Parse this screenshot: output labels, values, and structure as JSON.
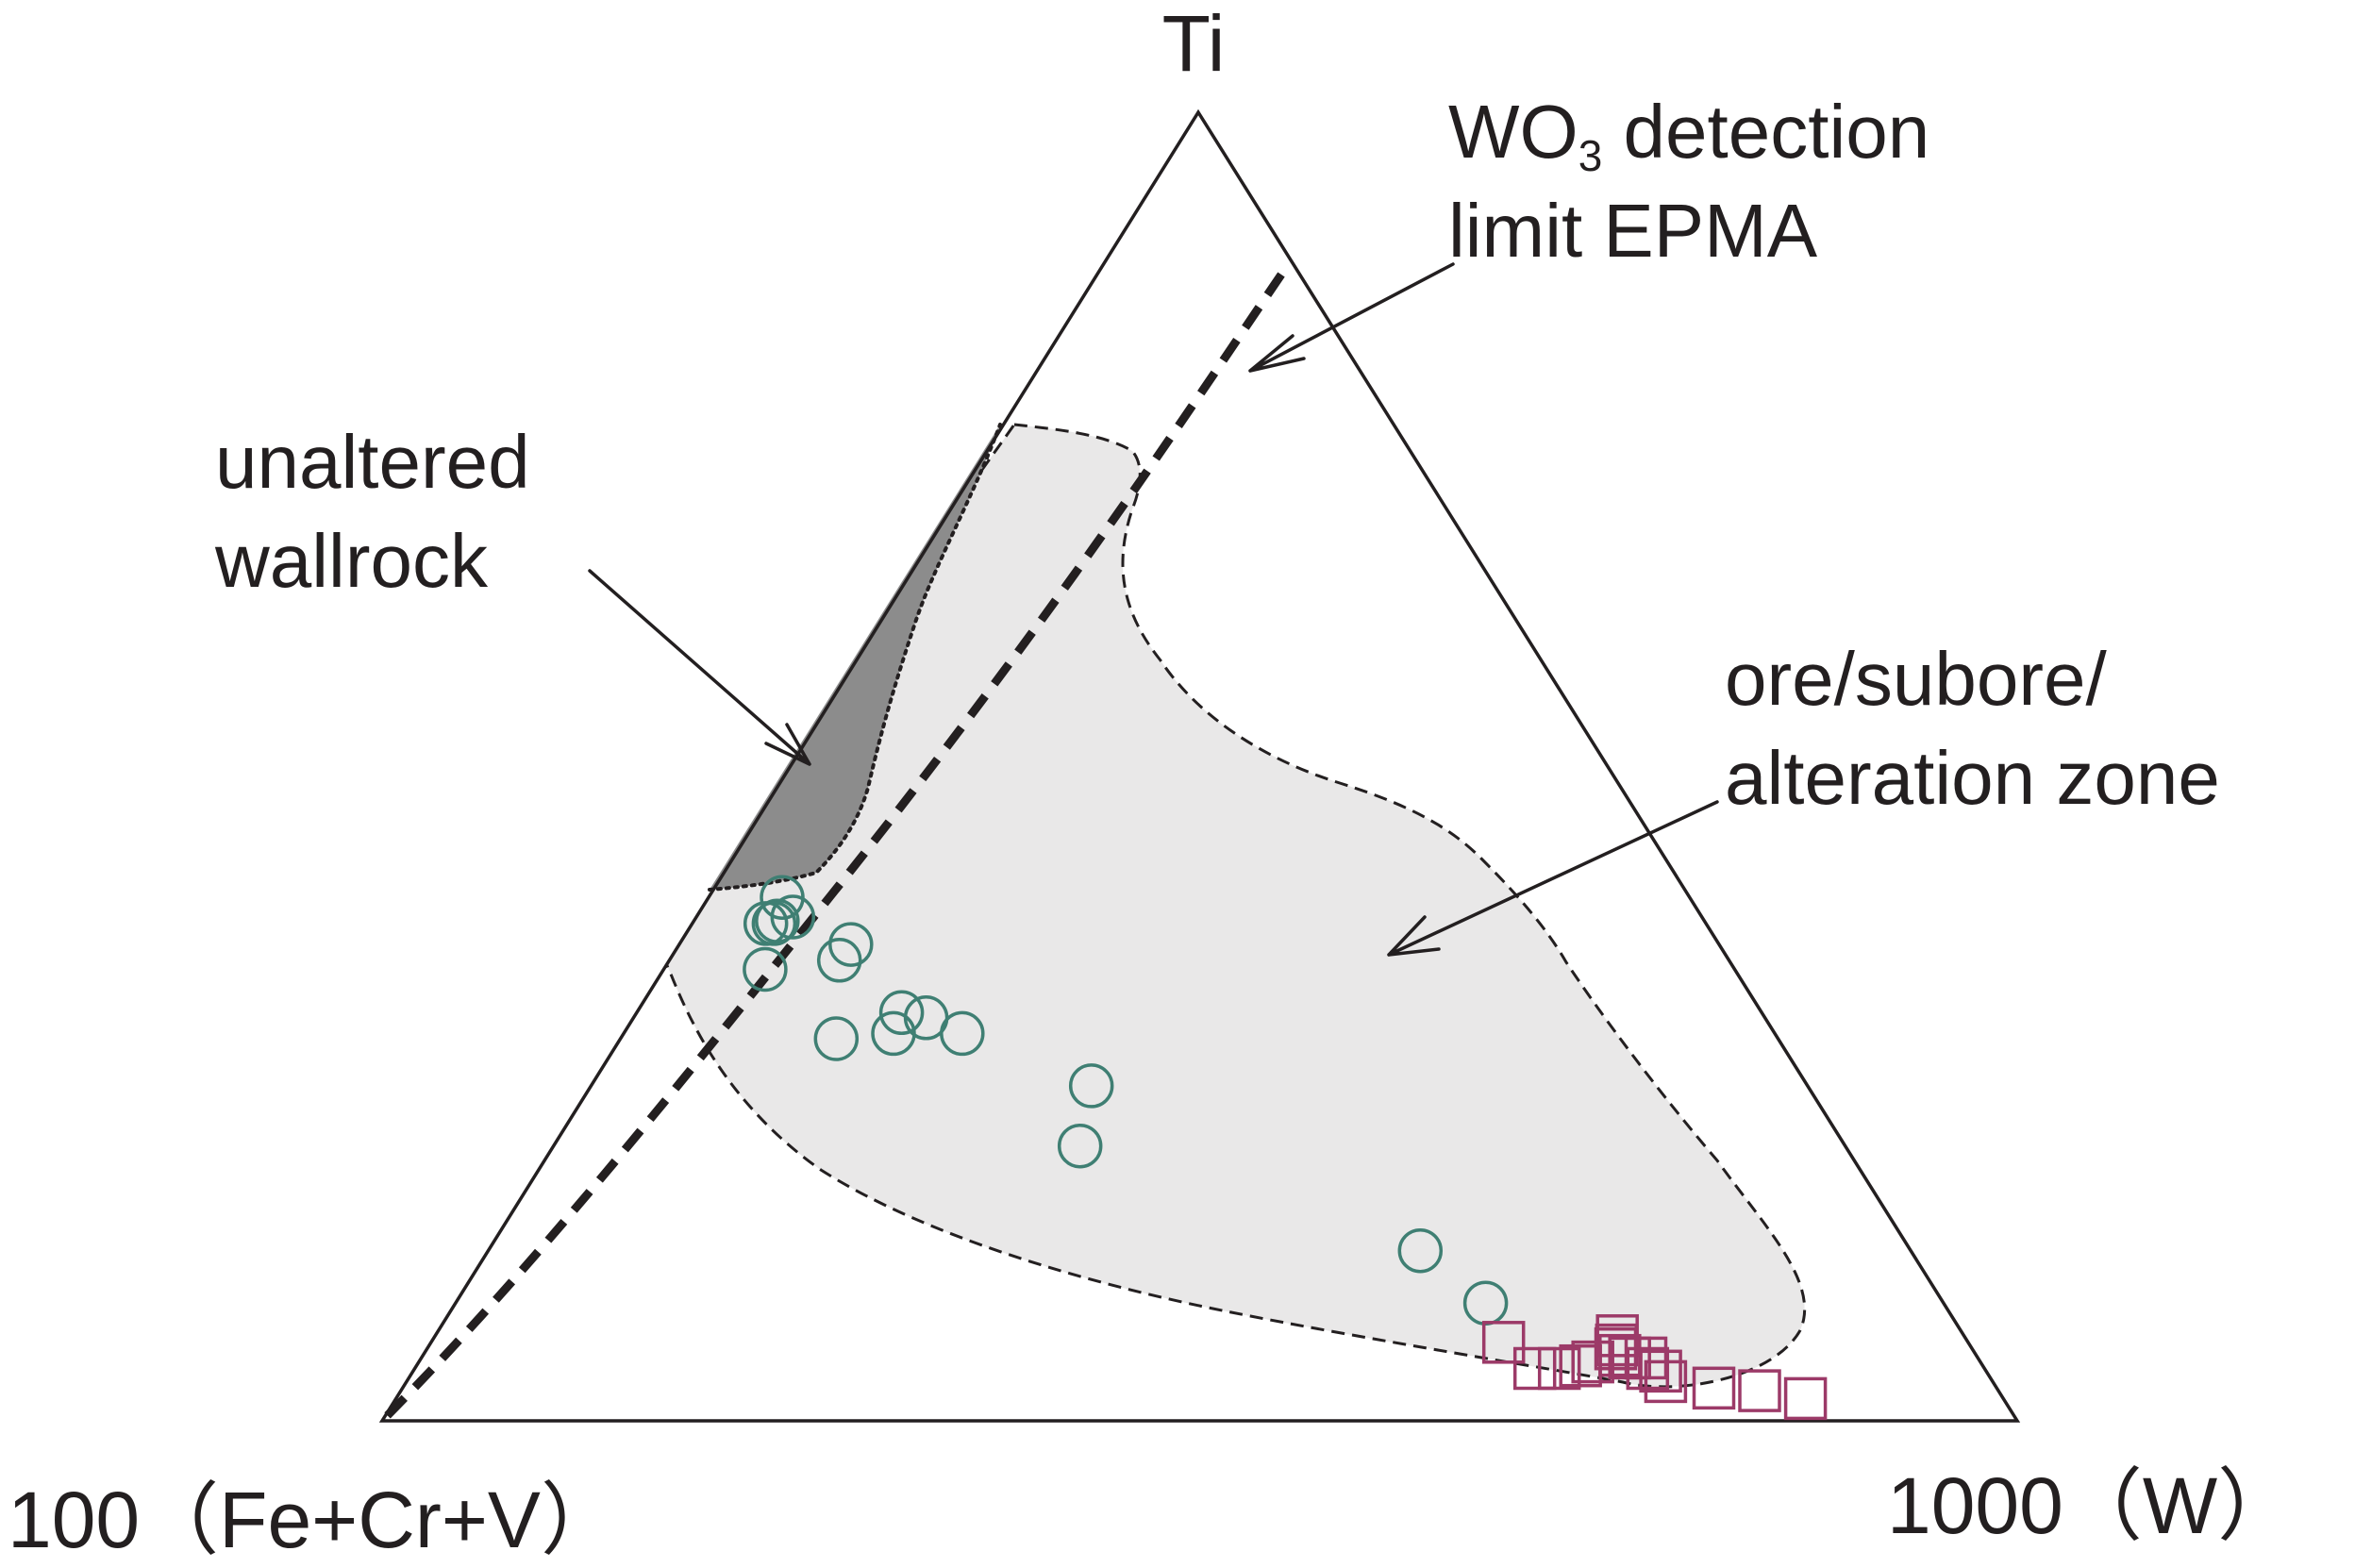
{
  "chart_data": {
    "type": "scatter",
    "subtype": "ternary",
    "axes": {
      "top": "Ti",
      "left": "100（Fe+Cr+V）",
      "right": "1000（W）"
    },
    "annotations": {
      "wo3_line": "WO",
      "wo3_sub": "3",
      "wo3_line_rest": " detection",
      "wo3_line2": "limit EPMA",
      "wallrock_line1": "unaltered",
      "wallrock_line2": "wallrock",
      "zone_line1": "ore/subore/",
      "zone_line2": "alteration zone"
    },
    "colors": {
      "circles": "#3f7f73",
      "squares": "#9c3a68",
      "zone_fill": "#e9e8e8",
      "wallrock_fill": "#8c8c8c",
      "frame": "#231f20"
    },
    "series": [
      {
        "marker": "circle",
        "points": [
          {
            "ti": 40.0,
            "fe": 55.5,
            "w": 4.5
          },
          {
            "ti": 38.0,
            "fe": 57.5,
            "w": 4.5
          },
          {
            "ti": 38.2,
            "fe": 56.7,
            "w": 5.1
          },
          {
            "ti": 38.0,
            "fe": 57.0,
            "w": 5.0
          },
          {
            "ti": 38.5,
            "fe": 55.6,
            "w": 5.9
          },
          {
            "ti": 34.5,
            "fe": 59.3,
            "w": 6.2
          },
          {
            "ti": 36.4,
            "fe": 53.1,
            "w": 10.5
          },
          {
            "ti": 35.2,
            "fe": 54.4,
            "w": 10.4
          },
          {
            "ti": 31.2,
            "fe": 52.6,
            "w": 16.2
          },
          {
            "ti": 30.8,
            "fe": 51.3,
            "w": 17.9
          },
          {
            "ti": 29.2,
            "fe": 57.6,
            "w": 13.2
          },
          {
            "ti": 29.6,
            "fe": 53.9,
            "w": 16.5
          },
          {
            "ti": 29.6,
            "fe": 49.7,
            "w": 20.7
          },
          {
            "ti": 25.6,
            "fe": 43.8,
            "w": 30.6
          },
          {
            "ti": 21.0,
            "fe": 46.8,
            "w": 32.2
          },
          {
            "ti": 13.0,
            "fe": 30.0,
            "w": 57.0
          },
          {
            "ti": 9.0,
            "fe": 28.0,
            "w": 63.0
          }
        ]
      },
      {
        "marker": "square",
        "points": [
          {
            "ti": 6.0,
            "fe": 28.4,
            "w": 65.6
          },
          {
            "ti": 4.0,
            "fe": 27.5,
            "w": 68.5
          },
          {
            "ti": 4.0,
            "fe": 26.0,
            "w": 70.0
          },
          {
            "ti": 4.2,
            "fe": 24.6,
            "w": 71.2
          },
          {
            "ti": 4.5,
            "fe": 23.7,
            "w": 71.8
          },
          {
            "ti": 5.8,
            "fe": 21.6,
            "w": 72.6
          },
          {
            "ti": 6.5,
            "fe": 21.2,
            "w": 72.3
          },
          {
            "ti": 5.5,
            "fe": 21.8,
            "w": 72.7
          },
          {
            "ti": 5.0,
            "fe": 21.8,
            "w": 73.2
          },
          {
            "ti": 4.8,
            "fe": 20.3,
            "w": 74.9
          },
          {
            "ti": 4.0,
            "fe": 20.6,
            "w": 75.4
          },
          {
            "ti": 4.8,
            "fe": 21.3,
            "w": 73.9
          },
          {
            "ti": 3.8,
            "fe": 19.9,
            "w": 76.3
          },
          {
            "ti": 3.0,
            "fe": 20.0,
            "w": 77.0
          },
          {
            "ti": 2.5,
            "fe": 17.3,
            "w": 80.2
          },
          {
            "ti": 2.3,
            "fe": 14.6,
            "w": 83.1
          },
          {
            "ti": 1.7,
            "fe": 12.1,
            "w": 86.2
          }
        ]
      }
    ]
  }
}
